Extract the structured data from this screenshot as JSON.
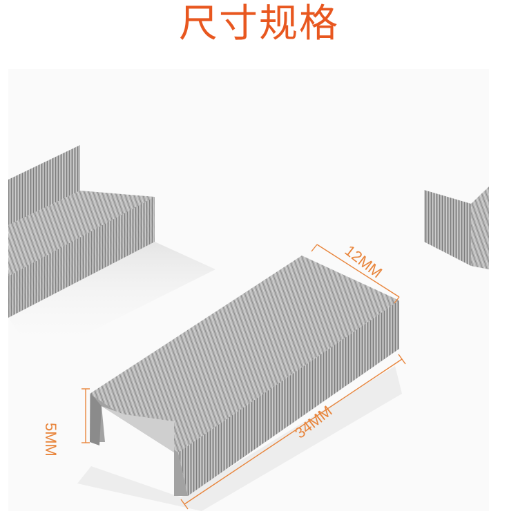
{
  "title": "尺寸规格",
  "dimensions": {
    "width_label": "12MM",
    "height_label": "5MM",
    "length_label": "34MM"
  },
  "colors": {
    "title": "#e8571f",
    "dimension_lines": "#e8843a",
    "metal": "#9a9a9a"
  }
}
